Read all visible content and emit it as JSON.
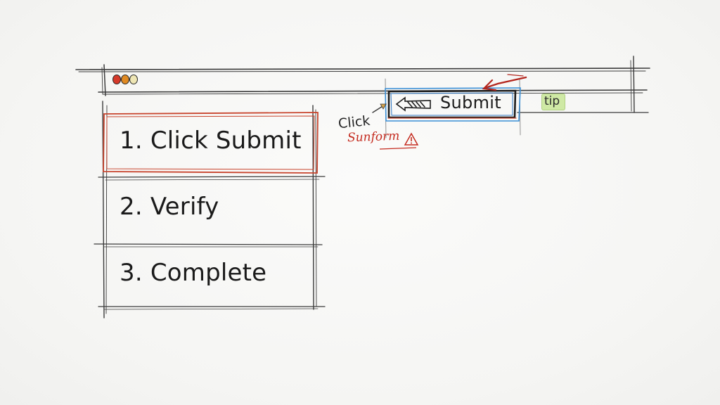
{
  "window": {
    "traffic_lights": [
      {
        "name": "close",
        "color": "#d63a2a"
      },
      {
        "name": "minimize",
        "color": "#e08a22"
      },
      {
        "name": "zoom",
        "color": "#eee6b4"
      }
    ]
  },
  "toolbar": {
    "submit_label": "Submit",
    "submit_icon": "arrow-left-icon",
    "tip_label": "tip"
  },
  "steps": [
    {
      "label": "1. Click Submit",
      "highlighted": true
    },
    {
      "label": "2. Verify",
      "highlighted": false
    },
    {
      "label": "3. Complete",
      "highlighted": false
    }
  ],
  "annotations": {
    "click_note": "Click",
    "scribble_note": "Sunform",
    "warning_icon": "warning-icon"
  },
  "colors": {
    "highlight_red": "#c8452e",
    "submit_blue": "#3a8fd6",
    "tip_green": "#cfe9a5",
    "ink": "#1f1f1f"
  }
}
